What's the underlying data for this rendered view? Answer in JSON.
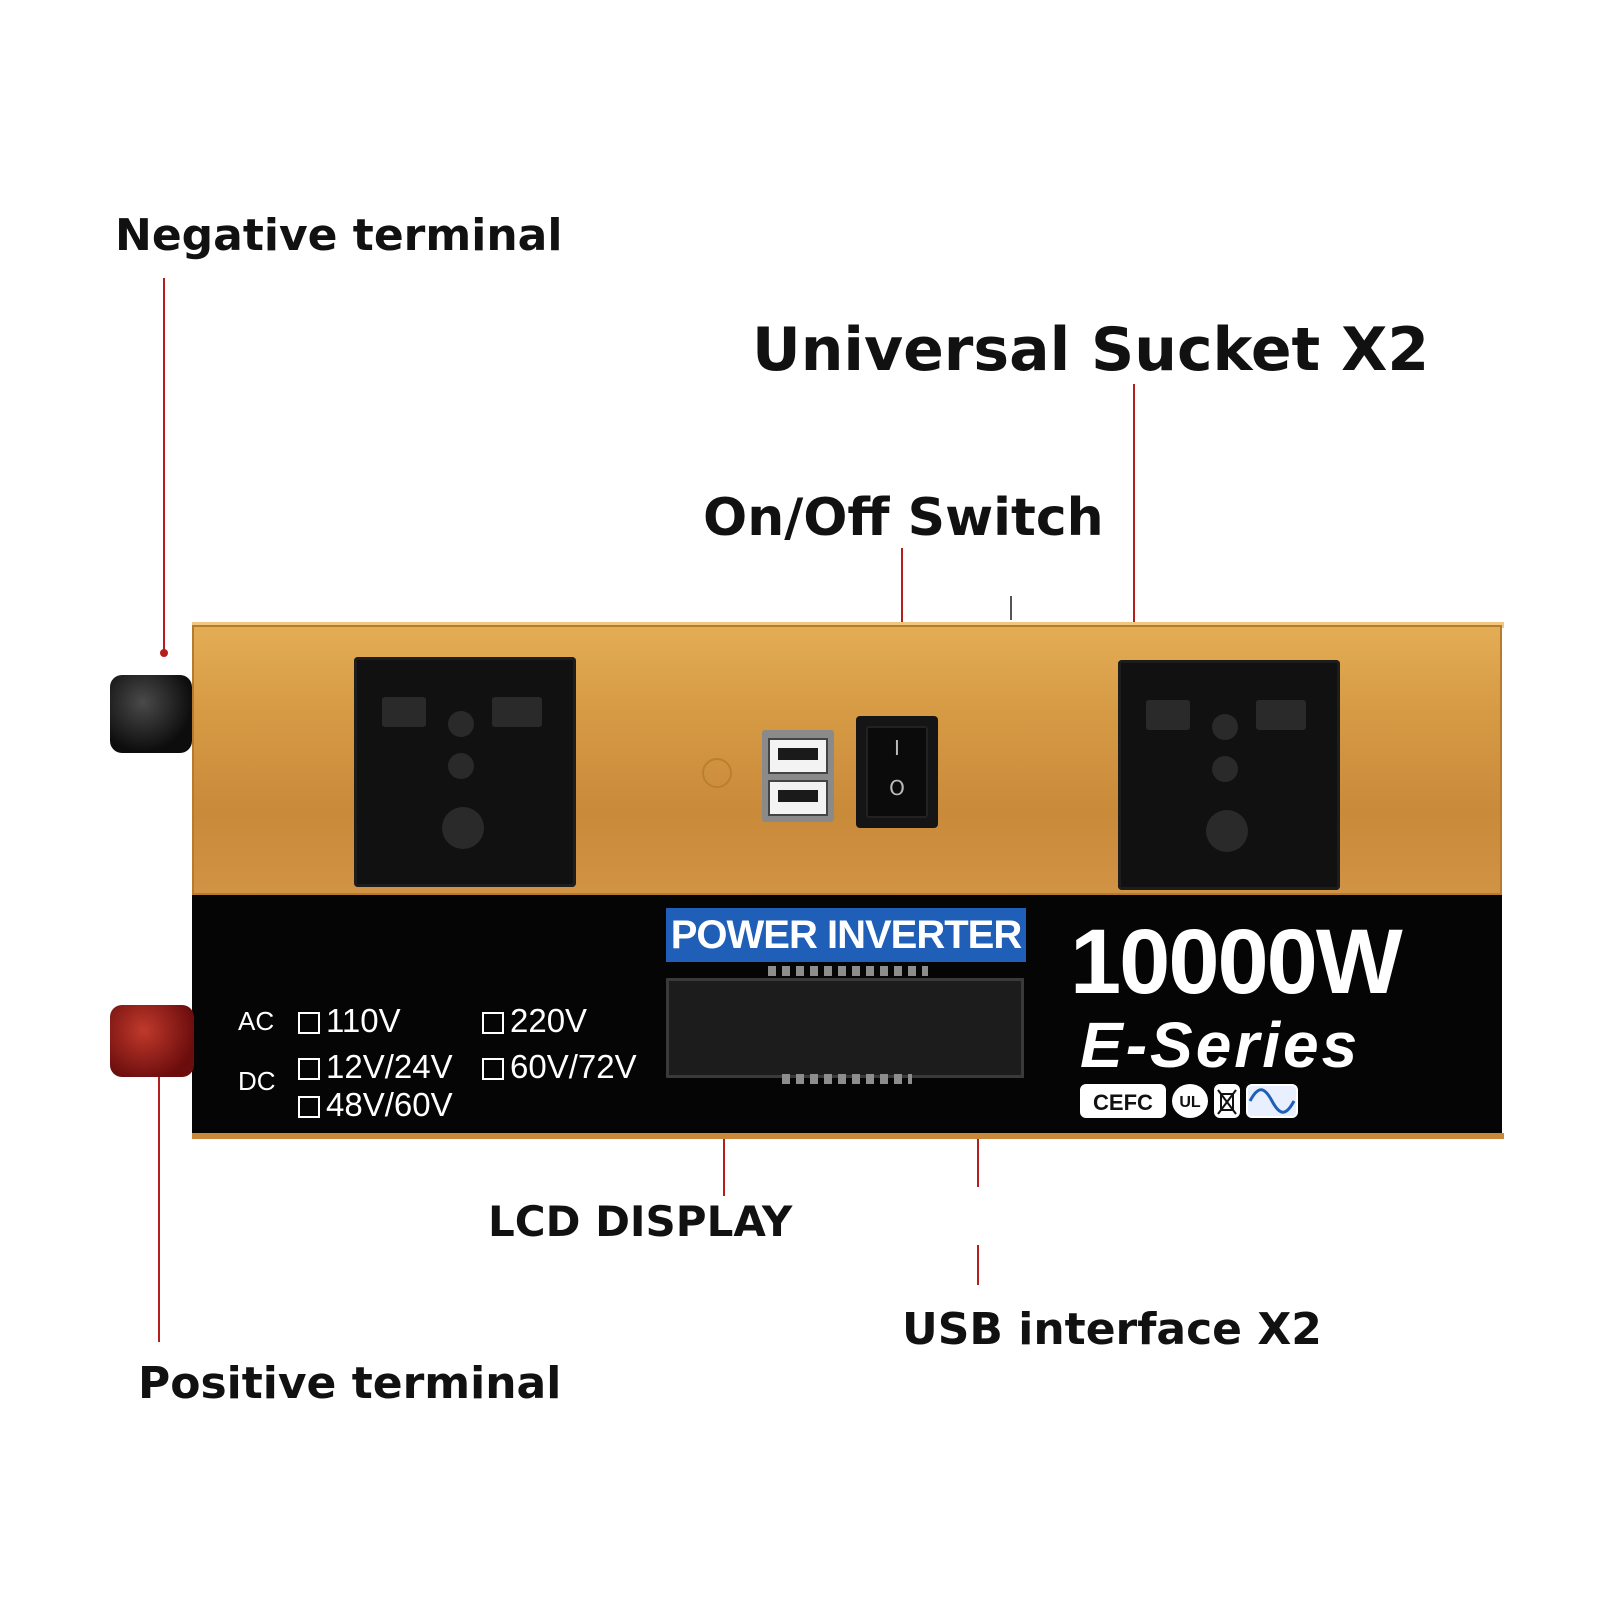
{
  "callouts": {
    "negative_terminal": "Negative terminal",
    "universal_socket": "Universal Sucket X2",
    "on_off_switch": "On/Off Switch",
    "lcd_display": "LCD DISPLAY",
    "usb_interface": "USB interface X2",
    "positive_terminal": "Positive terminal"
  },
  "panel": {
    "ac_label": "AC",
    "dc_label": "DC",
    "ac_options": [
      "110V",
      "220V"
    ],
    "dc_options": [
      "12V/24V",
      "60V/72V",
      "48V/60V"
    ],
    "banner": "POWER INVERTER",
    "wattage": "10000W",
    "series": "E-Series",
    "certifications": [
      "CEFC",
      "UL"
    ]
  },
  "switch": {
    "on_mark": "I",
    "off_mark": "O"
  },
  "colors": {
    "body_gold": "#d79b45",
    "panel_black": "#050505",
    "leader_red": "#b41e1e",
    "banner_blue": "#1f5fb8",
    "positive_red": "#8b1a1a"
  },
  "icons": {
    "socket": "universal-socket-icon",
    "usb": "usb-port-icon",
    "switch": "rocker-switch-icon",
    "sine": "sine-wave-icon"
  }
}
